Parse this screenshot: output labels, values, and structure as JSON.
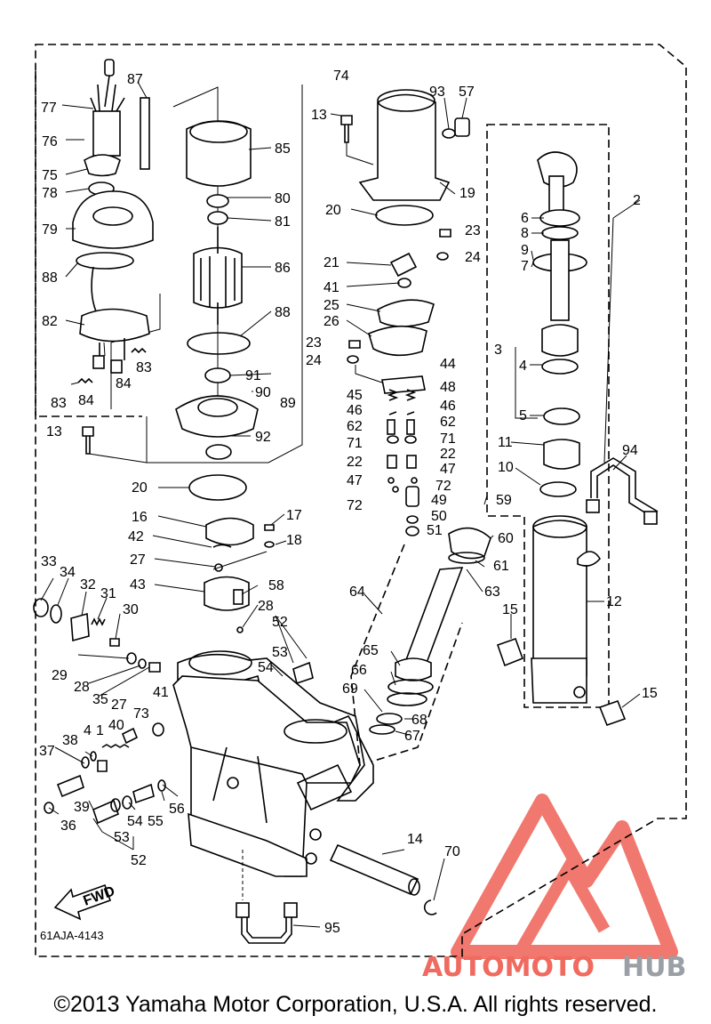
{
  "diagram": {
    "code": "61AJA-4143",
    "fwd_label": "FWD",
    "copyright": "©2013 Yamaha Motor Corporation, U.S.A. All rights reserved.",
    "watermark": {
      "auto": "AUTOMOTO",
      "hub": "HUB",
      "color_main": "#f06a5f",
      "color_hub": "#9aa0a6"
    },
    "part_labels": {
      "p87": "87",
      "p77": "77",
      "p76": "76",
      "p75": "75",
      "p78": "78",
      "p79": "79",
      "p88a": "88",
      "p82": "82",
      "p83a": "83",
      "p83b": "83",
      "p84a": "84",
      "p84b": "84",
      "p13a": "13",
      "p74": "74",
      "p85": "85",
      "p80": "80",
      "p81": "81",
      "p86": "86",
      "p88b": "88",
      "p91": "91",
      "p90": "90",
      "p89": "89",
      "p92": "92",
      "p13b": "13",
      "p93": "93",
      "p57": "57",
      "p19": "19",
      "p20a": "20",
      "p23a": "23",
      "p24a": "24",
      "p21": "21",
      "p41a": "41",
      "p25": "25",
      "p26": "26",
      "p23b": "23",
      "p24b": "24",
      "p44": "44",
      "p45": "45",
      "p48": "48",
      "p46a": "46",
      "p46b": "46",
      "p62a": "62",
      "p62b": "62",
      "p71a": "71",
      "p71b": "71",
      "p22a": "22",
      "p22b": "22",
      "p47a": "47",
      "p47b": "47",
      "p72a": "72",
      "p72b": "72",
      "p49": "49",
      "p50": "50",
      "p51": "51",
      "p59": "59",
      "p60": "60",
      "p61": "61",
      "p63": "63",
      "p64": "64",
      "p65": "65",
      "p66": "66",
      "p69": "69",
      "p68": "68",
      "p67": "67",
      "p2": "2",
      "p6": "6",
      "p8": "8",
      "p9": "9",
      "p7": "7",
      "p3": "3",
      "p4": "4",
      "p5": "5",
      "p11": "11",
      "p10": "10",
      "p94": "94",
      "p12": "12",
      "p15a": "15",
      "p15b": "15",
      "p20b": "20",
      "p16": "16",
      "p17": "17",
      "p42": "42",
      "p18": "18",
      "p27a": "27",
      "p43": "43",
      "p58": "58",
      "p28a": "28",
      "p52a": "52",
      "p53a": "53",
      "p54a": "54",
      "p33": "33",
      "p34": "34",
      "p32": "32",
      "p31": "31",
      "p30": "30",
      "p29": "29",
      "p28b": "28",
      "p35": "35",
      "p27b": "27",
      "p41b": "41",
      "p73": "73",
      "p38": "38",
      "p4b": "4",
      "p1": "1",
      "p40": "40",
      "p37": "37",
      "p39": "39",
      "p36": "36",
      "p54b": "54",
      "p55": "55",
      "p56": "56",
      "p53b": "53",
      "p52b": "52",
      "p14": "14",
      "p70": "70",
      "p95": "95"
    }
  }
}
